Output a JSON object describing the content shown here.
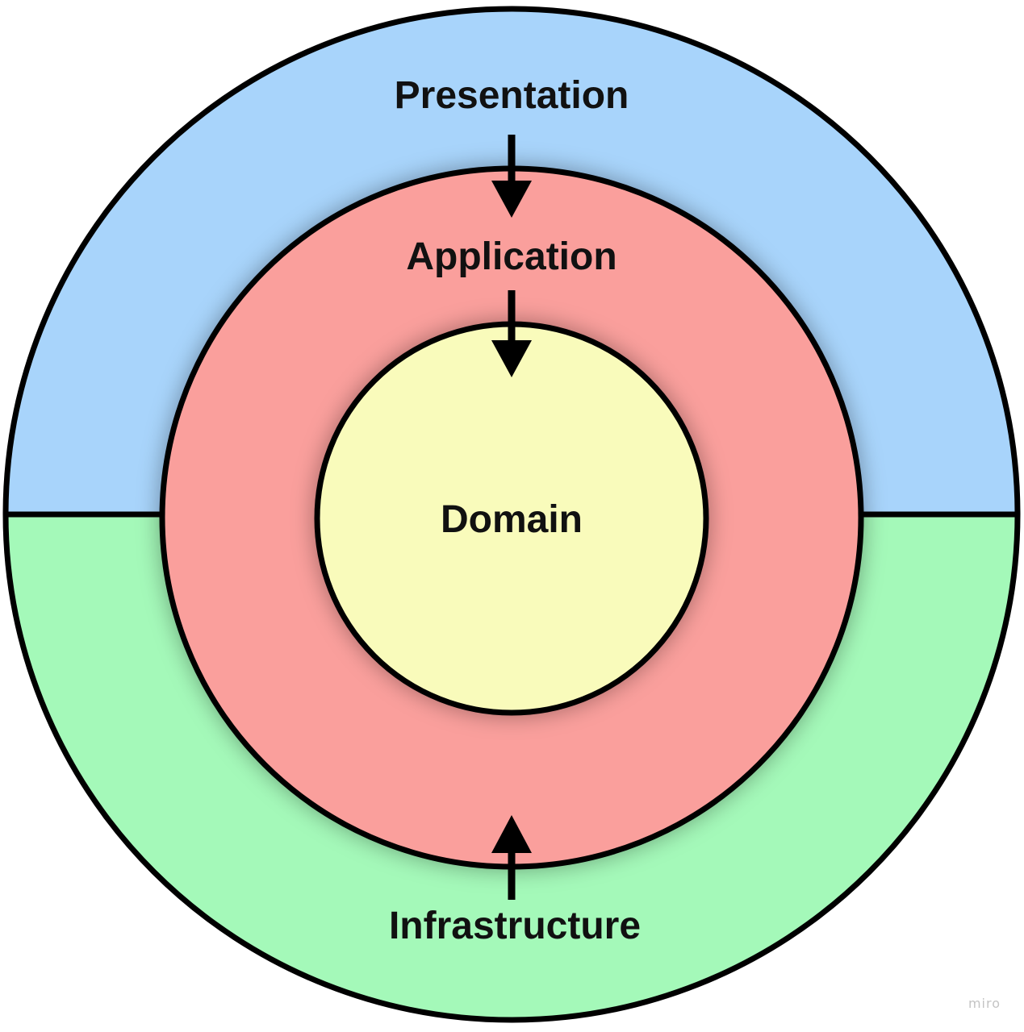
{
  "diagram": {
    "layers": {
      "presentation": {
        "label": "Presentation",
        "color": "#a8d4fb"
      },
      "infrastructure": {
        "label": "Infrastructure",
        "color": "#a4f9b9"
      },
      "application": {
        "label": "Application",
        "color": "#fa9f9c"
      },
      "domain": {
        "label": "Domain",
        "color": "#f9fbbb"
      }
    },
    "stroke_color": "#000000",
    "arrows": [
      {
        "from": "Presentation",
        "to": "Application"
      },
      {
        "from": "Application",
        "to": "Domain"
      },
      {
        "from": "Infrastructure",
        "to": "Application"
      }
    ]
  },
  "watermark": "miro"
}
